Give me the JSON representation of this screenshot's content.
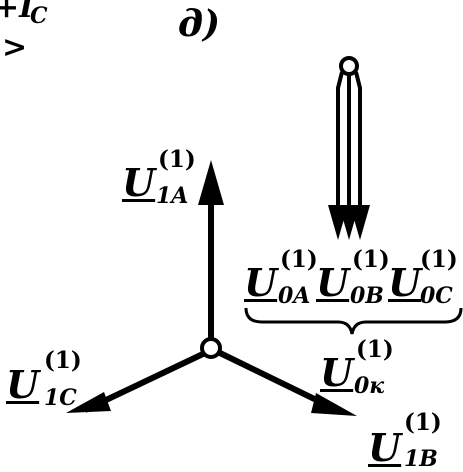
{
  "part_label": "д)",
  "corner_fragment": {
    "top": "+I",
    "top_sub": "C",
    "bottom": ">"
  },
  "vectors": {
    "u1a": {
      "symbol": "U",
      "superscript": "(1)",
      "subscript": "1A"
    },
    "u1b": {
      "symbol": "U",
      "superscript": "(1)",
      "subscript": "1B"
    },
    "u1c": {
      "symbol": "U",
      "superscript": "(1)",
      "subscript": "1C"
    },
    "u0a": {
      "symbol": "U",
      "superscript": "(1)",
      "subscript": "0A"
    },
    "u0b": {
      "symbol": "U",
      "superscript": "(1)",
      "subscript": "0B"
    },
    "u0c": {
      "symbol": "U",
      "superscript": "(1)",
      "subscript": "0C"
    },
    "u0k": {
      "symbol": "U",
      "superscript": "(1)",
      "subscript": "0к"
    }
  }
}
